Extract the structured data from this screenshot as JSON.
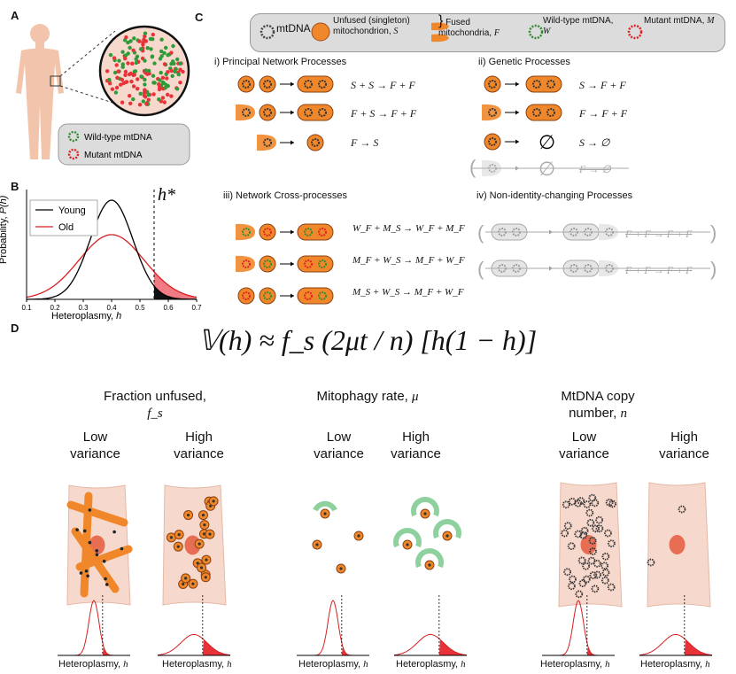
{
  "panels": {
    "a": "A",
    "b": "B",
    "c": "C",
    "d": "D"
  },
  "panelA": {
    "legend_wt": "Wild-type mtDNA",
    "legend_mut": "Mutant mtDNA"
  },
  "panelB": {
    "ylabel_text": "Probability, ",
    "ylabel_sym": "P(h)",
    "xlabel_text": "Heteroplasmy, ",
    "xlabel_sym": "h",
    "threshold": "h*",
    "legend": [
      {
        "name": "Young",
        "color": "#000000"
      },
      {
        "name": "Old",
        "color": "#d62020"
      }
    ]
  },
  "chart_data": {
    "type": "line",
    "xlabel": "Heteroplasmy, h",
    "ylabel": "Probability, P(h)",
    "xlim": [
      0.1,
      0.7
    ],
    "xticks": [
      "0.1",
      "0.2",
      "0.3",
      "0.4",
      "0.5",
      "0.6",
      "0.7"
    ],
    "threshold": 0.55,
    "series": [
      {
        "name": "Young",
        "mean": 0.4,
        "sd": 0.075,
        "color": "#000000"
      },
      {
        "name": "Old",
        "mean": 0.4,
        "sd": 0.115,
        "color": "#d62020"
      }
    ]
  },
  "panelC": {
    "key": {
      "mtdna": "mtDNA",
      "unfused": "Unfused (singleton) mitochondrion, ",
      "unfused_sym": "S",
      "fused": "Fused mitochondria, ",
      "fused_sym": "F",
      "wt": "Wild-type mtDNA, ",
      "wt_sym": "W",
      "mut": "Mutant mtDNA, ",
      "mut_sym": "M"
    },
    "sections": {
      "s1": "i) Principal Network Processes",
      "s2": "ii) Genetic Processes",
      "s3": "iii) Network Cross-processes",
      "s4": "iv) Non-identity-changing Processes"
    },
    "eq": {
      "p1": "S + S → F + F",
      "p2": "F + S → F + F",
      "p3": "F → S",
      "g1": "S → F + F",
      "g2": "F → F + F",
      "g3": "S → ∅",
      "g4": "F → ∅",
      "c1": "W_F + M_S → W_F + M_F",
      "c2": "M_F + W_S → M_F + W_F",
      "c3": "M_S + W_S → M_F + W_F",
      "n1": "F + F → F + F",
      "n2": "F + F → F + F"
    }
  },
  "panelD": {
    "formula": "𝕍(h) ≈ f_s (2μt / n) [h(1 − h)]",
    "groups": [
      {
        "title": "Fraction unfused, ",
        "sym": "f_s",
        "low": "Low variance",
        "high": "High variance"
      },
      {
        "title": "Mitophagy rate, ",
        "sym": "μ",
        "low": "Low variance",
        "high": "High variance"
      },
      {
        "title": "MtDNA copy number, ",
        "sym": "n",
        "low": "Low variance",
        "high": "High variance"
      }
    ],
    "xaxis_text": "Heteroplasmy, ",
    "xaxis_sym": "h"
  }
}
